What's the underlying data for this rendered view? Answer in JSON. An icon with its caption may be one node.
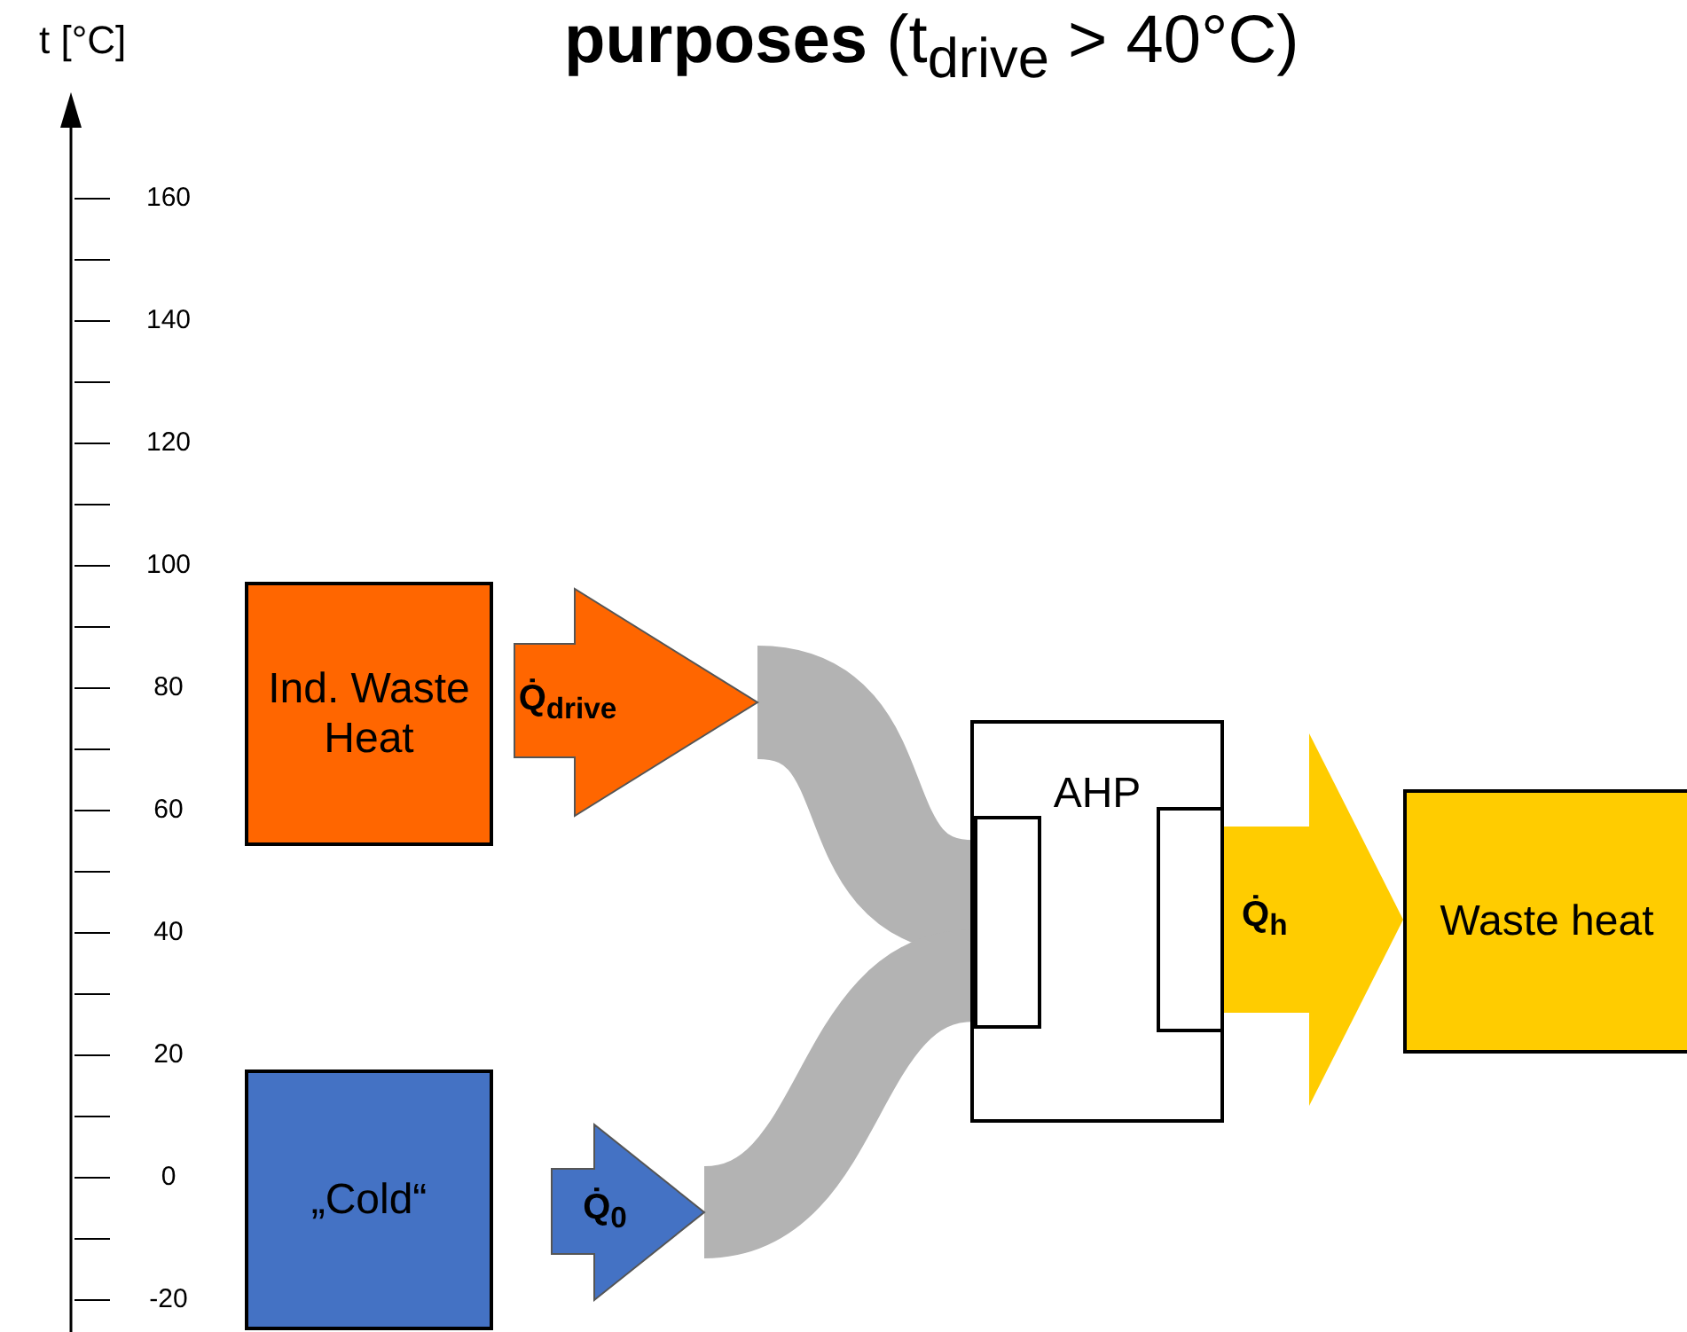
{
  "diagram": {
    "title": "**purposes** (t$_{drive}$ > 40°C)",
    "nodes": [
      {
        "text": [
          "Ind. Waste Heat"
        ]
      },
      {
        "text": [
          "„Cold“"
        ]
      },
      {
        "text": [
          "AHP"
        ]
      },
      {
        "text": [],
        "shape": "box",
        "in": 2
      },
      {
        "text": [],
        "shape": "box",
        "in": 2
      },
      {
        "text": [
          "Waste heat"
        ]
      },
      {
        "text": [
          "Q̇$_{drive}$"
        ]
      },
      {
        "text": [
          "Q̇$_{0}$"
        ]
      }
    ],
    "edges": [
      {
        "from": 6,
        "to": 3,
        "arrow": "none"
      },
      {
        "from": 7,
        "to": 3,
        "arrow": "none"
      },
      {
        "from": 4,
        "to": 5,
        "arrow": "to",
        "color": "#ffcc00",
        "label": "Q̇$_{h}$"
      }
    ],
    "labels": [
      "t [°C]",
      "160",
      "140",
      "120",
      "100",
      "80",
      "60",
      "40",
      "20",
      "0",
      "-20"
    ]
  }
}
